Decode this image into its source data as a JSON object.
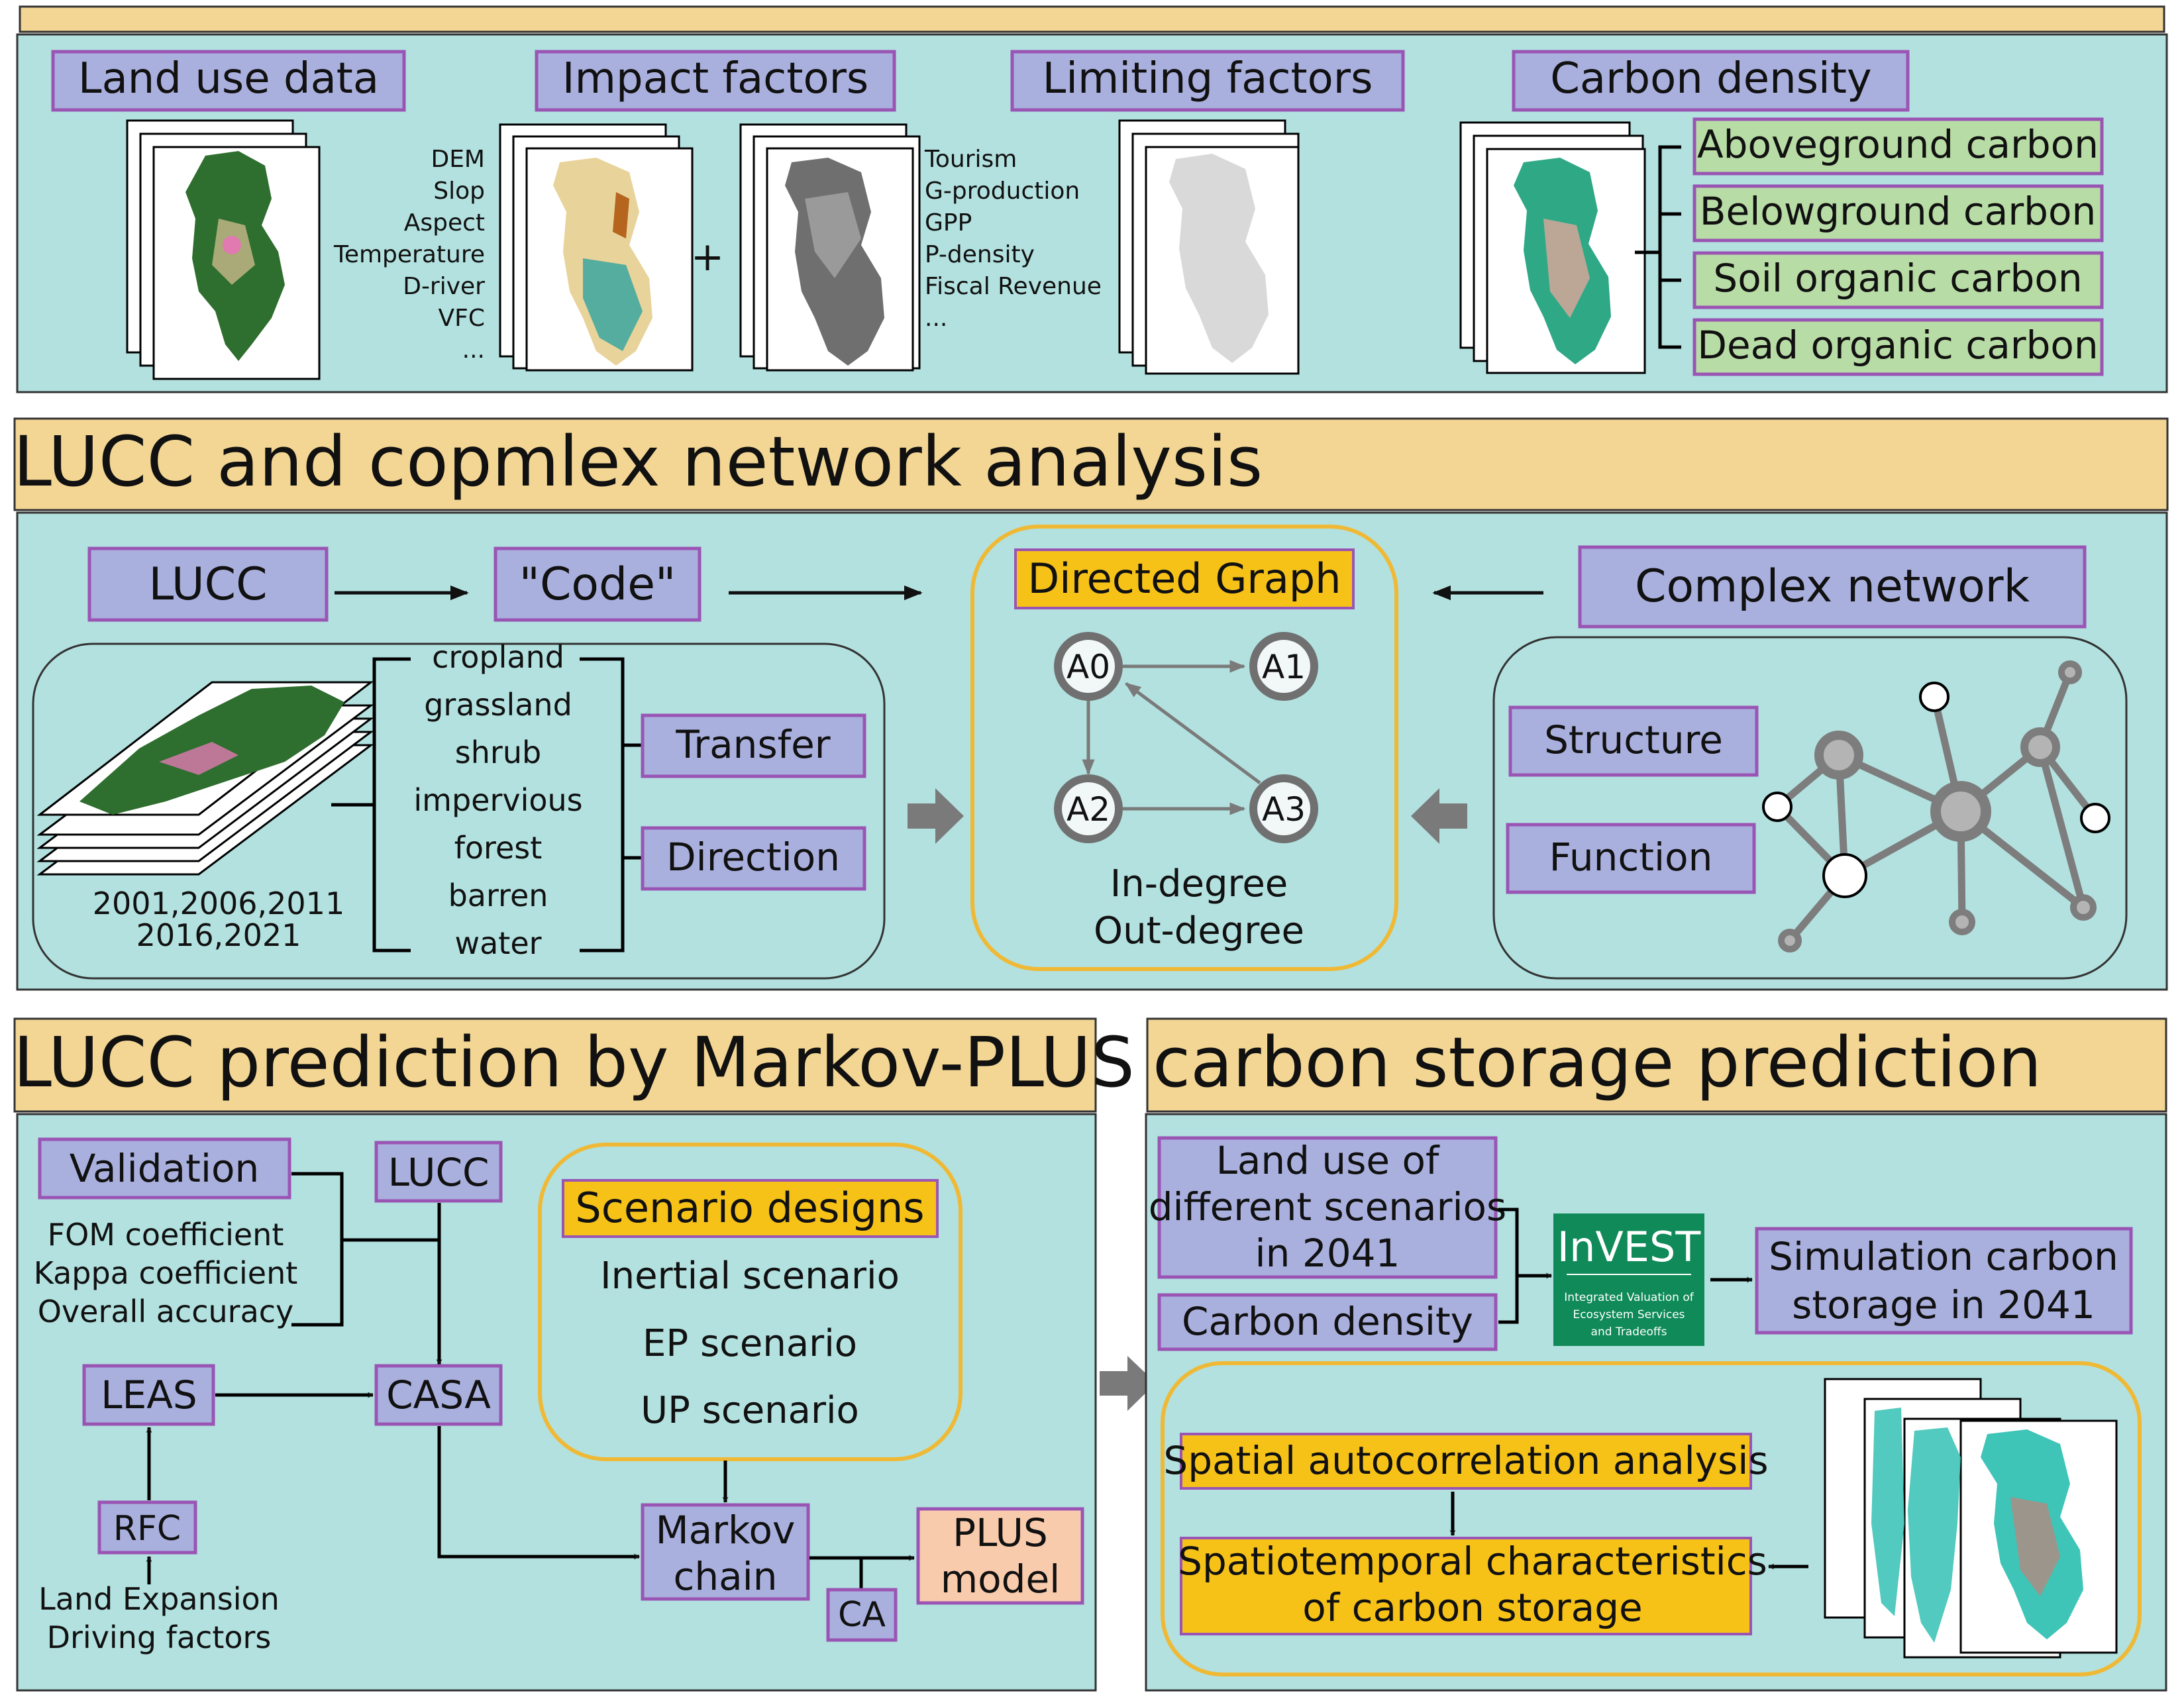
{
  "colors": {
    "panel_bg": "#b2e1df",
    "header_bg": "#f3d693",
    "purple_box": "#a9b0de",
    "purple_border": "#9a55b4",
    "green_box": "#b8dca5",
    "orange_box": "#f6c218",
    "rounded_border": "#f0b935",
    "peach_box": "#f9cbad",
    "invest_green": "#0f8a58",
    "arrow_gray": "#7a7a7a"
  },
  "section1": {
    "land_use_data": "Land use data",
    "impact_factors": "Impact factors",
    "limiting_factors": "Limiting factors",
    "carbon_density": "Carbon density",
    "impact_list": [
      "DEM",
      "Slop",
      "Aspect",
      "Temperature",
      "D-river",
      "VFC",
      "..."
    ],
    "plus": "+",
    "limiting_list": [
      "Tourism",
      "G-production",
      "GPP",
      "P-density",
      "Fiscal Revenue",
      "..."
    ],
    "carbon_pools": [
      "Aboveground carbon",
      "Belowground carbon",
      "Soil organic carbon",
      "Dead organic carbon"
    ]
  },
  "section2": {
    "title": "LUCC and copmlex network analysis",
    "lucc": "LUCC",
    "code": "\"Code\"",
    "directed_graph": "Directed Graph",
    "complex_network": "Complex network",
    "years": [
      "2001,2006,2011",
      "2016,2021"
    ],
    "classes": [
      "cropland",
      "grassland",
      "shrub",
      "impervious",
      "forest",
      "barren",
      "water"
    ],
    "transfer": "Transfer",
    "direction": "Direction",
    "nodes": [
      "A0",
      "A1",
      "A2",
      "A3"
    ],
    "in_degree": "In-degree",
    "out_degree": "Out-degree",
    "structure": "Structure",
    "function": "Function"
  },
  "section3": {
    "title": "LUCC prediction by Markov-PLUS",
    "validation": "Validation",
    "validation_items": [
      "FOM coefficient",
      "Kappa coefficient",
      "Overall accuracy"
    ],
    "lucc": "LUCC",
    "leas": "LEAS",
    "casa": "CASA",
    "rfc": "RFC",
    "land_expansion": [
      "Land Expansion",
      "Driving factors"
    ],
    "scenario_designs": "Scenario designs",
    "scenarios": [
      "Inertial scenario",
      "EP scenario",
      "UP scenario"
    ],
    "markov": [
      "Markov",
      "chain"
    ],
    "plus_model": [
      "PLUS",
      "model"
    ],
    "ca": "CA"
  },
  "section4": {
    "title": "carbon storage prediction",
    "land_use_scenarios": [
      "Land use of",
      "different scenarios",
      "in 2041"
    ],
    "carbon_density": "Carbon density",
    "invest_title": "InVEST",
    "invest_subtitle": [
      "Integrated Valuation of",
      "Ecosystem Services",
      "and Tradeoffs"
    ],
    "simulation": [
      "Simulation carbon",
      "storage in 2041"
    ],
    "spatial_autocorrelation": "Spatial autocorrelation analysis",
    "spatiotemporal": [
      "Spatiotemporal characteristics",
      "of carbon storage"
    ]
  }
}
